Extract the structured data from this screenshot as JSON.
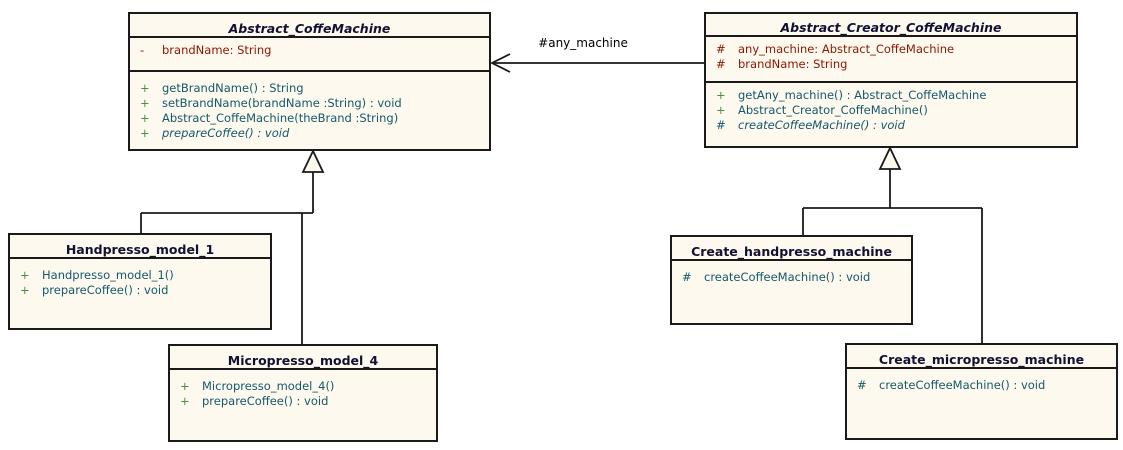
{
  "diagram": {
    "classes": [
      {
        "name": "Abstract_CoffeMachine",
        "stereotype": "abstract",
        "attributes": [
          {
            "vis": "-",
            "text": "brandName: String"
          }
        ],
        "methods": [
          {
            "vis": "+",
            "text": "getBrandName() : String"
          },
          {
            "vis": "+",
            "text": "setBrandName(brandName :String) : void"
          },
          {
            "vis": "+",
            "text": "Abstract_CoffeMachine(theBrand :String)"
          },
          {
            "vis": "+",
            "text": "prepareCoffee() : void",
            "abstract": true
          }
        ]
      },
      {
        "name": "Abstract_Creator_CoffeMachine",
        "stereotype": "abstract",
        "attributes": [
          {
            "vis": "#",
            "text": "any_machine: Abstract_CoffeMachine"
          },
          {
            "vis": "#",
            "text": "brandName: String"
          }
        ],
        "methods": [
          {
            "vis": "+",
            "text": "getAny_machine() : Abstract_CoffeMachine"
          },
          {
            "vis": "+",
            "text": "Abstract_Creator_CoffeMachine()"
          },
          {
            "vis": "#",
            "text": "createCoffeeMachine() : void",
            "abstract": true
          }
        ]
      },
      {
        "name": "Handpresso_model_1",
        "methods": [
          {
            "vis": "+",
            "text": "Handpresso_model_1()"
          },
          {
            "vis": "+",
            "text": "prepareCoffee() : void"
          }
        ]
      },
      {
        "name": "Micropresso_model_4",
        "methods": [
          {
            "vis": "+",
            "text": "Micropresso_model_4()"
          },
          {
            "vis": "+",
            "text": "prepareCoffee() : void"
          }
        ]
      },
      {
        "name": "Create_handpresso_machine",
        "methods": [
          {
            "vis": "#",
            "text": "createCoffeeMachine() : void"
          }
        ]
      },
      {
        "name": "Create_micropresso_machine",
        "methods": [
          {
            "vis": "#",
            "text": "createCoffeeMachine() : void"
          }
        ]
      }
    ],
    "relations": {
      "association_label": "#any_machine",
      "generalizations": [
        "Handpresso_model_1 -> Abstract_CoffeMachine",
        "Micropresso_model_4 -> Abstract_CoffeMachine",
        "Create_handpresso_machine -> Abstract_Creator_CoffeMachine",
        "Create_micropresso_machine -> Abstract_Creator_CoffeMachine"
      ]
    },
    "colors": {
      "box_fill": "#FDF9EE",
      "border": "#1A1A1A",
      "title_text": "#111133",
      "attribute_text": "#8E1600",
      "method_text": "#14596B",
      "visibility_plus": "#459145",
      "label_text": "#000000"
    }
  }
}
